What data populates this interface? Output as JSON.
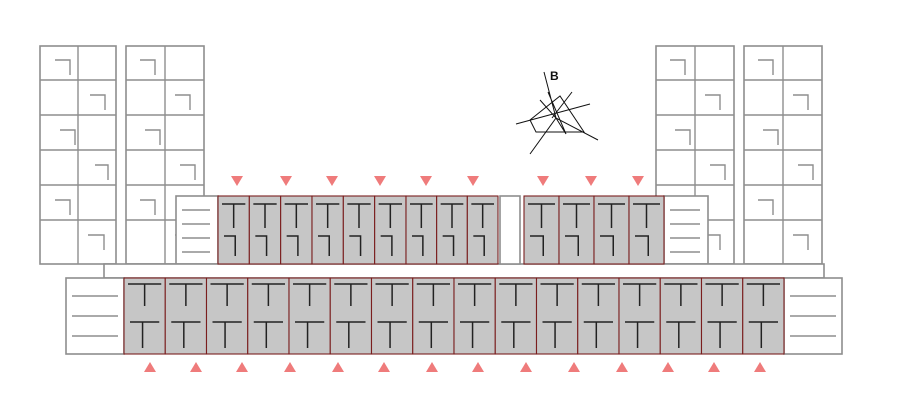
{
  "diagram": {
    "north_label": "B",
    "colors": {
      "unit_fill": "#c6c6c6",
      "unit_outline": "#7a1e1e",
      "marker": "#ef7b7b",
      "wing_line": "#8e8e8e"
    },
    "top_row_unit_count": 13,
    "bottom_row_unit_count": 16,
    "top_marker_count": 9,
    "bottom_marker_count": 14
  }
}
